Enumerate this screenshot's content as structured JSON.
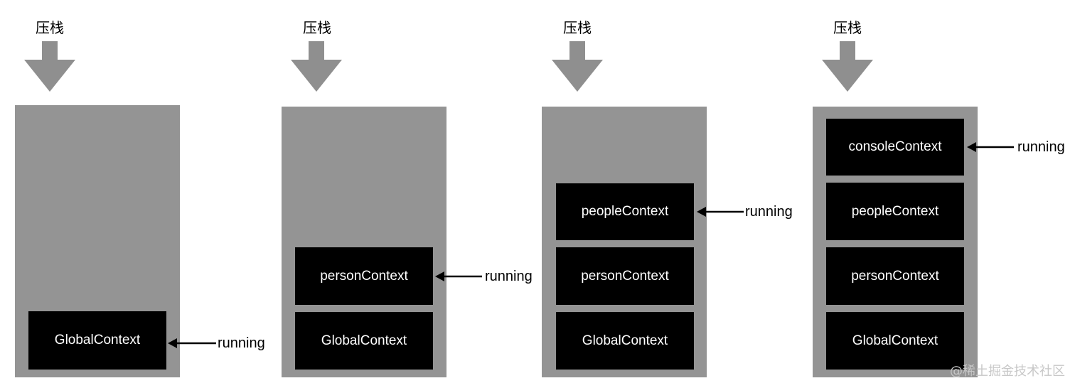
{
  "push_label": "压栈",
  "running_label": "running",
  "watermark": "@稀土掘金技术社区",
  "colors": {
    "stack_fill": "#949494",
    "push_arrow": "#8f8f8f",
    "frame_fill": "#000000",
    "frame_text": "#ffffff",
    "pointer": "#000000"
  },
  "stages": [
    {
      "frames": [
        "GlobalContext"
      ],
      "running": "GlobalContext"
    },
    {
      "frames": [
        "personContext",
        "GlobalContext"
      ],
      "running": "personContext"
    },
    {
      "frames": [
        "peopleContext",
        "personContext",
        "GlobalContext"
      ],
      "running": "peopleContext"
    },
    {
      "frames": [
        "consoleContext",
        "peopleContext",
        "personContext",
        "GlobalContext"
      ],
      "running": "consoleContext"
    }
  ]
}
